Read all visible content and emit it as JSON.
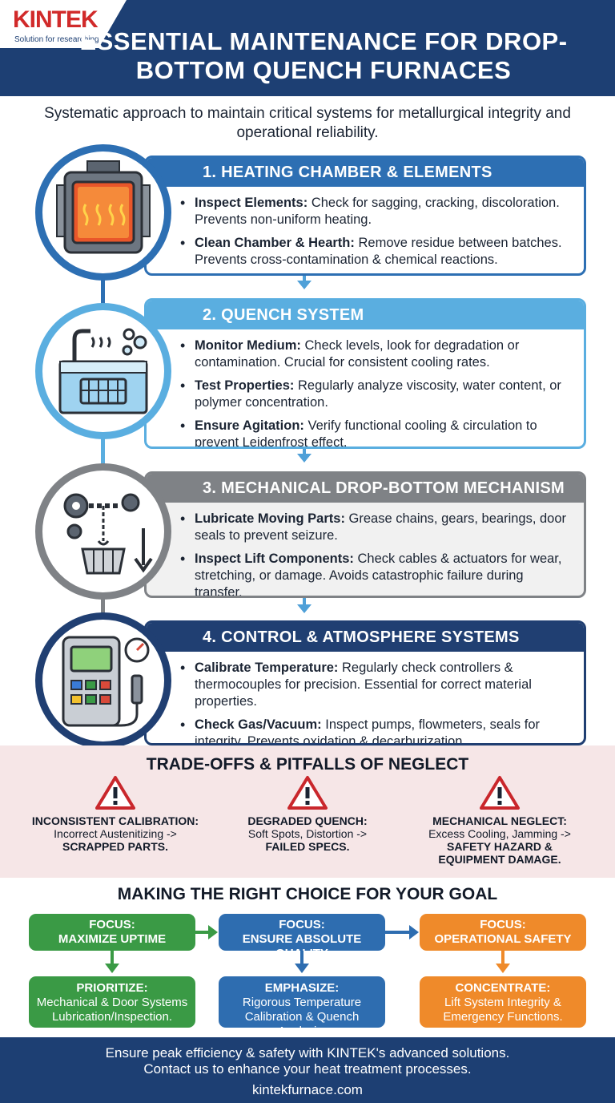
{
  "brand": {
    "name": "KINTEK",
    "tagline": "Solution for researching"
  },
  "title": "ESSENTIAL MAINTENANCE FOR DROP-BOTTOM QUENCH FURNACES",
  "intro": "Systematic approach to maintain critical systems for metallurgical integrity and operational reliability.",
  "sections": [
    {
      "title": "1. HEATING CHAMBER & ELEMENTS",
      "icon": "furnace-chamber-icon",
      "color": "#2d6fb3",
      "items": [
        {
          "label": "Inspect Elements:",
          "text": "Check for sagging, cracking, discoloration. Prevents non-uniform heating."
        },
        {
          "label": "Clean Chamber & Hearth:",
          "text": "Remove residue between batches. Prevents cross-contamination & chemical reactions."
        }
      ]
    },
    {
      "title": "2. QUENCH SYSTEM",
      "icon": "quench-tank-icon",
      "color": "#5aaee0",
      "items": [
        {
          "label": "Monitor Medium:",
          "text": "Check levels, look for degradation or contamination. Crucial for consistent cooling rates."
        },
        {
          "label": "Test Properties:",
          "text": "Regularly analyze viscosity, water content, or polymer concentration."
        },
        {
          "label": "Ensure Agitation:",
          "text": "Verify functional cooling & circulation to prevent Leidenfrost effect."
        }
      ]
    },
    {
      "title": "3. MECHANICAL DROP-BOTTOM MECHANISM",
      "icon": "gears-basket-icon",
      "color": "#7f8286",
      "items": [
        {
          "label": "Lubricate Moving Parts:",
          "text": "Grease chains, gears, bearings, door seals to prevent seizure."
        },
        {
          "label": "Inspect Lift Components:",
          "text": "Check cables & actuators for wear, stretching, or damage. Avoids catastrophic failure during transfer."
        }
      ]
    },
    {
      "title": "4. CONTROL & ATMOSPHERE SYSTEMS",
      "icon": "control-panel-icon",
      "color": "#203f72",
      "items": [
        {
          "label": "Calibrate Temperature:",
          "text": "Regularly check controllers & thermocouples for precision. Essential for correct material properties."
        },
        {
          "label": "Check Gas/Vacuum:",
          "text": "Inspect pumps, flowmeters, seals for integrity. Prevents oxidation & decarburization."
        }
      ]
    }
  ],
  "tradeoffs": {
    "title": "TRADE-OFFS & PITFALLS OF NEGLECT",
    "items": [
      {
        "head": "INCONSISTENT CALIBRATION:",
        "line": "Incorrect Austenitizing ->",
        "result": "SCRAPPED PARTS."
      },
      {
        "head": "DEGRADED QUENCH:",
        "line": "Soft Spots, Distortion ->",
        "result": "FAILED SPECS."
      },
      {
        "head": "MECHANICAL NEGLECT:",
        "line": "Excess Cooling, Jamming ->",
        "result": "SAFETY HAZARD & EQUIPMENT DAMAGE."
      }
    ]
  },
  "choice": {
    "title": "MAKING THE RIGHT CHOICE FOR YOUR GOAL",
    "columns": [
      {
        "color": "#3a9a45",
        "focus_label": "FOCUS:",
        "focus_text": "MAXIMIZE UPTIME",
        "action_label": "PRIORITIZE:",
        "action_text": "Mechanical & Door Systems Lubrication/Inspection."
      },
      {
        "color": "#2e6db0",
        "focus_label": "FOCUS:",
        "focus_text": "ENSURE ABSOLUTE QUALITY",
        "action_label": "EMPHASIZE:",
        "action_text": "Rigorous Temperature Calibration & Quench Analysis."
      },
      {
        "color": "#ef8a2a",
        "focus_label": "FOCUS:",
        "focus_text": "OPERATIONAL SAFETY",
        "action_label": "CONCENTRATE:",
        "action_text": "Lift System Integrity & Emergency Functions."
      }
    ]
  },
  "footer": {
    "line1": "Ensure peak efficiency & safety with KINTEK's advanced solutions.",
    "line2": "Contact us to enhance your heat treatment processes.",
    "site": "kintekfurnace.com"
  }
}
